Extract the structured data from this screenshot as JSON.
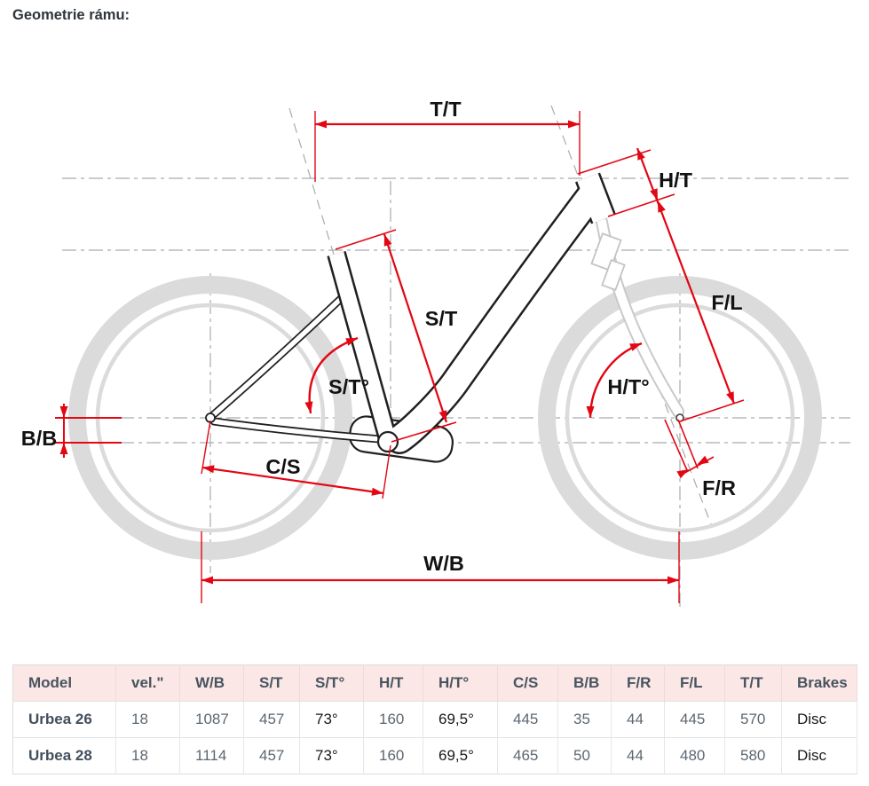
{
  "page": {
    "title": "Geometrie rámu:"
  },
  "diagram": {
    "labels": {
      "tt": "T/T",
      "ht": "H/T",
      "st": "S/T",
      "st_angle": "S/T°",
      "ht_angle": "H/T°",
      "fl": "F/L",
      "fr": "F/R",
      "cs": "C/S",
      "bb": "B/B",
      "wb": "W/B"
    },
    "colors": {
      "dimension_red": "#e30613",
      "frame_black": "#202020",
      "construction_gray": "#a7acb0",
      "wheel_gray": "#dbdbdb",
      "fork_gray": "#c9c9c9"
    }
  },
  "table": {
    "headers": [
      "Model",
      "vel.\"",
      "W/B",
      "S/T",
      "S/T°",
      "H/T",
      "H/T°",
      "C/S",
      "B/B",
      "F/R",
      "F/L",
      "T/T",
      "Brakes"
    ],
    "rows": [
      [
        "Urbea 26",
        "18",
        "1087",
        "457",
        "73°",
        "160",
        "69,5°",
        "445",
        "35",
        "44",
        "445",
        "570",
        "Disc"
      ],
      [
        "Urbea 28",
        "18",
        "1114",
        "457",
        "73°",
        "160",
        "69,5°",
        "465",
        "50",
        "44",
        "480",
        "580",
        "Disc"
      ]
    ]
  }
}
